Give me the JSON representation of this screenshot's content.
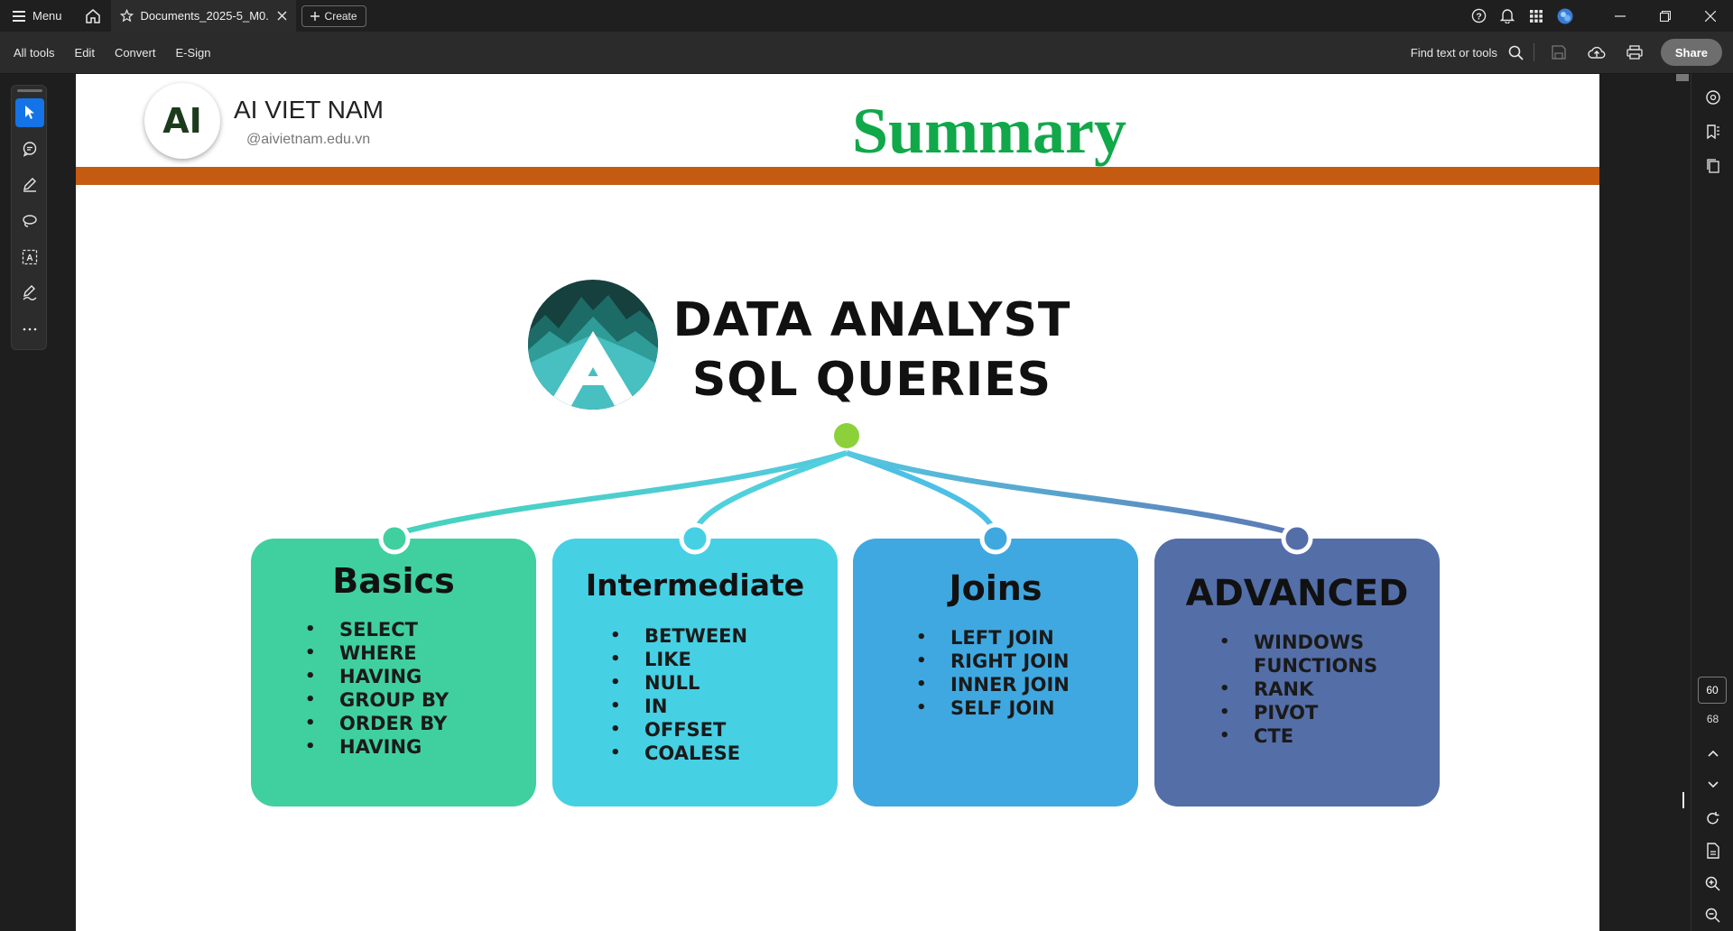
{
  "titlebar": {
    "menu_label": "Menu",
    "tab_label": "Documents_2025-5_M0...",
    "create_label": "Create"
  },
  "menubar": {
    "items": [
      "All tools",
      "Edit",
      "Convert",
      "E-Sign"
    ],
    "find_label": "Find text or tools",
    "share_label": "Share"
  },
  "slide": {
    "logo_text": "AI",
    "brand_name": "AI VIET NAM",
    "brand_handle": "@aivietnam.edu.vn",
    "title": "Summary",
    "hero_line1": "DATA ANALYST",
    "hero_line2": "SQL QUERIES",
    "cards": [
      {
        "title": "Basics",
        "items": [
          "SELECT",
          "WHERE",
          "HAVING",
          "GROUP BY",
          "ORDER  BY",
          "HAVING"
        ],
        "color": "#40d0a0"
      },
      {
        "title": "Intermediate",
        "items": [
          "BETWEEN",
          "LIKE",
          "NULL",
          "IN",
          "OFFSET",
          "COALESE"
        ],
        "color": "#46d0e4"
      },
      {
        "title": "Joins",
        "items": [
          "LEFT JOIN",
          "RIGHT JOIN",
          "INNER JOIN",
          "SELF JOIN"
        ],
        "color": "#3fa8e0"
      },
      {
        "title": "ADVANCED",
        "items": [
          "WINDOWS",
          "FUNCTIONS",
          "RANK",
          "PIVOT",
          "CTE"
        ],
        "color": "#546ea8"
      }
    ]
  },
  "pagenav": {
    "current_page": "60",
    "total_pages": "68"
  },
  "colors": {
    "accent_blue": "#1473e6",
    "summary_green": "#11a84a",
    "bar_orange": "#c55a11",
    "node_green": "#8cd13a"
  }
}
